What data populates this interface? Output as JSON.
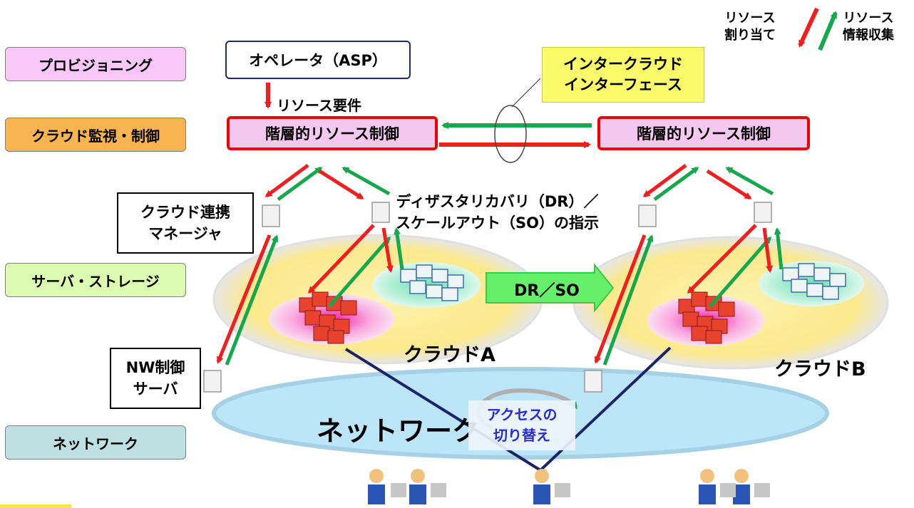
{
  "legend": {
    "allocate": "リソース\n割り当て",
    "collect": "リソース\n情報収集"
  },
  "layers": {
    "provisioning": "プロビジョニング",
    "monitoring": "クラウド監視・制御",
    "server_storage": "サーバ・ストレージ",
    "network": "ネットワーク"
  },
  "operator": "オペレータ（ASP）",
  "requirements": "リソース要件",
  "intercloud": "インタークラウド\nインターフェース",
  "controller_a": "階層的リソース制御",
  "controller_b": "階層的リソース制御",
  "federation_manager": "クラウド連携\nマネージャ",
  "nw_control_server": "NW制御\nサーバ",
  "dr_instruction": "ディザスタリカバリ（DR）／\nスケールアウト（SO）の指示",
  "dr_so": "DR／SO",
  "cloud_a": "クラウドA",
  "cloud_b": "クラウドB",
  "network_label": "ネットワーク",
  "access_switch": "アクセスの\n切り替え",
  "colors": {
    "allocate_arrow": "#f01e1e",
    "collect_arrow": "#16a84c",
    "provisioning": "#f9c8f9",
    "monitoring": "#f8b451",
    "server_storage": "#ddfbb0",
    "network": "#bfe0e2",
    "intercloud": "#fafa6a",
    "cloud": "#fdf0a8",
    "network_ellipse": "#bfe6f7",
    "dr_so_arrow": "#6df06d",
    "line": "#1b2466"
  }
}
